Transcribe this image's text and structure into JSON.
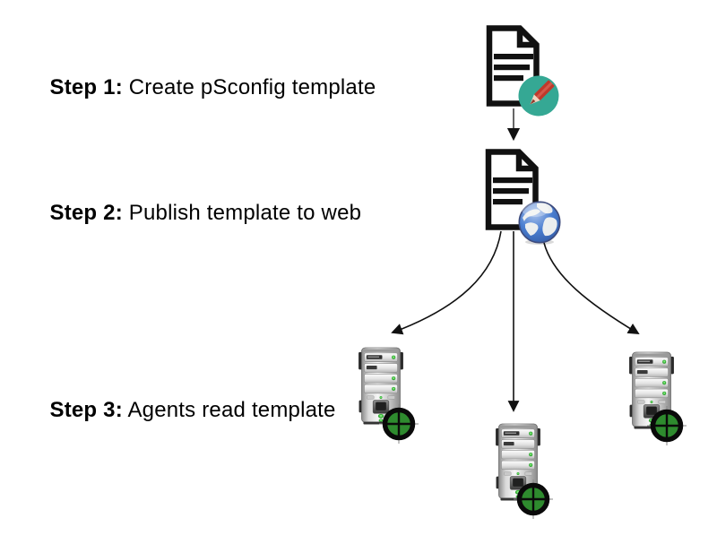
{
  "diagram": {
    "steps": [
      {
        "prefix": "Step 1:",
        "text": " Create pSconfig template"
      },
      {
        "prefix": "Step 2:",
        "text": " Publish template to web"
      },
      {
        "prefix": "Step 3:",
        "text": " Agents read template"
      }
    ],
    "icons": [
      "document-icon",
      "pencil-edit-badge-icon",
      "globe-web-badge-icon",
      "server-tower-icon",
      "green-target-badge-icon",
      "arrow-connector"
    ]
  },
  "colors": {
    "background": "#ffffff",
    "text": "#000000",
    "arrow": "#111111",
    "arrow_light": "#555555",
    "teal_badge": "#35a894",
    "pencil_red": "#c0392b",
    "pencil_tip": "#f2d5c0",
    "pencil_point": "#8e3a2c",
    "globe_blue": "#4a7ed0",
    "globe_dark": "#2b4f96",
    "globe_land": "#f4f4f0",
    "globe_ring": "#3d4b7d",
    "target_green": "#2e8b2e",
    "server_led": "#3ec63e"
  }
}
